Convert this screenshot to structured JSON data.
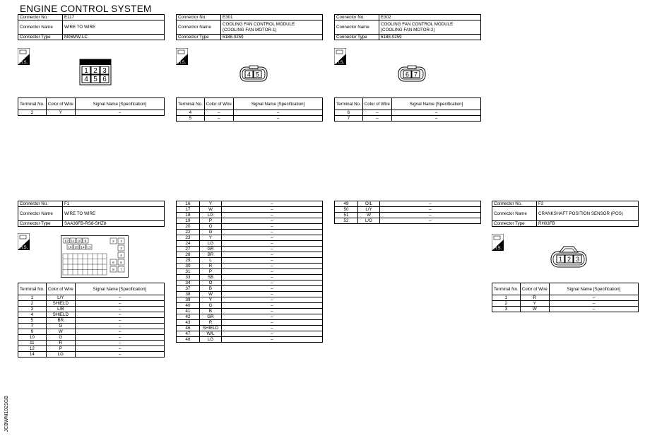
{
  "page_title": "ENGINE CONTROL SYSTEM",
  "side_code": "JCBWM1021GB",
  "labels": {
    "connector_no": "Connector No.",
    "connector_name": "Connector Name",
    "connector_type": "Connector Type",
    "terminal_no": "Terminal No.",
    "color_of_wire": "Color of Wire",
    "signal_name": "Signal Name [Specification]",
    "hs": "H.S."
  },
  "connectors": {
    "e117": {
      "no": "E117",
      "name": "WIRE TO WIRE",
      "type": "M06MW-LC",
      "rows": [
        [
          "2",
          "Y",
          "–"
        ]
      ],
      "pins": [
        "1",
        "2",
        "3",
        "4",
        "5",
        "6"
      ]
    },
    "e301": {
      "no": "E301",
      "name_line1": "COOLING FAN CONTROL MODULE",
      "name_line2": "(COOLING FAN MOTOR-1)",
      "type": "6188-0259",
      "rows": [
        [
          "4",
          "–",
          "–"
        ],
        [
          "5",
          "–",
          "–"
        ]
      ],
      "pins": [
        "4",
        "5"
      ]
    },
    "e302": {
      "no": "E302",
      "name_line1": "COOLING FAN CONTROL MODULE",
      "name_line2": "(COOLING FAN MOTOR-2)",
      "type": "6188-0259",
      "rows": [
        [
          "6",
          "–",
          "–"
        ],
        [
          "7",
          "–",
          "–"
        ]
      ],
      "pins": [
        "6",
        "7"
      ]
    },
    "f1": {
      "no": "F1",
      "name": "WIRE TO WIRE",
      "type": "SAA36FB-RS8-SHZ8",
      "rows": [
        [
          "1",
          "L/Y",
          "–"
        ],
        [
          "2",
          "SHIELD",
          "–"
        ],
        [
          "3",
          "L/B",
          "–"
        ],
        [
          "4",
          "SHIELD",
          "–"
        ],
        [
          "5",
          "BR",
          "–"
        ],
        [
          "7",
          "G",
          "–"
        ],
        [
          "9",
          "W",
          "–"
        ],
        [
          "10",
          "G",
          "–"
        ],
        [
          "11",
          "R",
          "–"
        ],
        [
          "12",
          "P",
          "–"
        ],
        [
          "14",
          "LG",
          "–"
        ]
      ],
      "rows2": [
        [
          "16",
          "Y",
          "–"
        ],
        [
          "17",
          "W",
          "–"
        ],
        [
          "18",
          "LG",
          "–"
        ],
        [
          "19",
          "P",
          "–"
        ],
        [
          "20",
          "O",
          "–"
        ],
        [
          "22",
          "G",
          "–"
        ],
        [
          "23",
          "Y",
          "–"
        ],
        [
          "24",
          "LG",
          "–"
        ],
        [
          "27",
          "GR",
          "–"
        ],
        [
          "28",
          "BR",
          "–"
        ],
        [
          "29",
          "L",
          "–"
        ],
        [
          "30",
          "R",
          "–"
        ],
        [
          "31",
          "P",
          "–"
        ],
        [
          "33",
          "SB",
          "–"
        ],
        [
          "34",
          "O",
          "–"
        ],
        [
          "37",
          "B",
          "–"
        ],
        [
          "38",
          "W",
          "–"
        ],
        [
          "39",
          "Y",
          "–"
        ],
        [
          "40",
          "G",
          "–"
        ],
        [
          "41",
          "B",
          "–"
        ],
        [
          "42",
          "GR",
          "–"
        ],
        [
          "43",
          "R",
          "–"
        ],
        [
          "46",
          "SHIELD",
          "–"
        ],
        [
          "47",
          "W/L",
          "–"
        ],
        [
          "48",
          "LG",
          "–"
        ]
      ],
      "rows3": [
        [
          "49",
          "O/L",
          "–"
        ],
        [
          "50",
          "L/Y",
          "–"
        ],
        [
          "51",
          "W",
          "–"
        ],
        [
          "52",
          "L/G",
          "–"
        ]
      ],
      "pins_top": [
        "12",
        "11",
        "10",
        "9"
      ],
      "pins_mid": [
        "16",
        "15",
        "14",
        "13"
      ],
      "pins_right": [
        "2",
        "1",
        "3",
        "4",
        "6",
        "5",
        "8",
        "7"
      ]
    },
    "f2": {
      "no": "F2",
      "name": "CRANKSHAFT POSITION SENSOR (POS)",
      "type": "RH03FB",
      "rows": [
        [
          "1",
          "R",
          "–"
        ],
        [
          "2",
          "Y",
          "–"
        ],
        [
          "3",
          "W",
          "–"
        ]
      ],
      "pins": [
        "1",
        "2",
        "3"
      ]
    }
  }
}
